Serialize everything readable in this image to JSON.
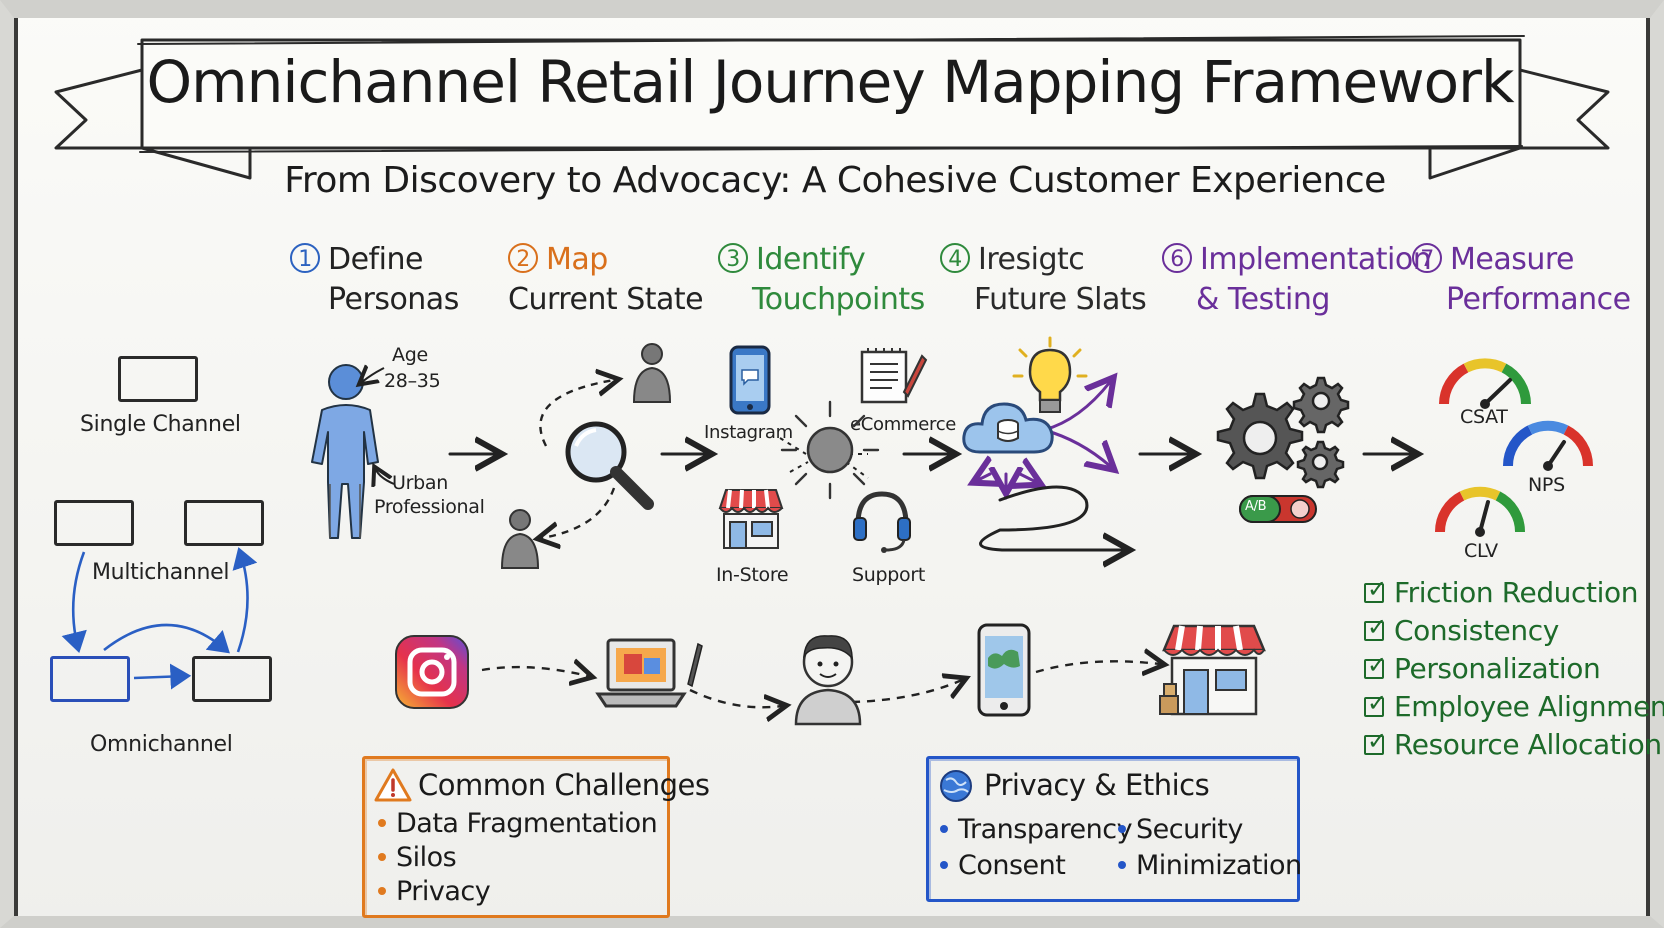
{
  "title": "Omnichannel Retail Journey Mapping Framework",
  "subtitle": "From Discovery to Advocacy: A Cohesive Customer Experience",
  "colors": {
    "step1": "#2c62c0",
    "step2": "#d9701c",
    "step3": "#2f8a3c",
    "step4": "#2a2a2a",
    "step6": "#6a2f9a",
    "step7": "#6a2f9a",
    "check_green": "#1d6a2a",
    "challenges_orange": "#e07a1f",
    "privacy_blue": "#2456c8"
  },
  "steps": [
    {
      "num": "1",
      "line1": "Define",
      "line2": "Personas"
    },
    {
      "num": "2",
      "line1": "Map",
      "line2": "Current State"
    },
    {
      "num": "3",
      "line1": "Identify",
      "line2": "Touchpoints"
    },
    {
      "num": "4",
      "line1": "Iresigtc",
      "line2": "Future Slats"
    },
    {
      "num": "6",
      "line1": "Implementation",
      "line2": "& Testing"
    },
    {
      "num": "7",
      "line1": "Measure",
      "line2": "Performance"
    }
  ],
  "channel_models": {
    "single": "Single Channel",
    "multi": "Multichannel",
    "omni": "Omnichannel"
  },
  "persona": {
    "age_label": "Age",
    "age_value": "28–35",
    "segment_line1": "Urban",
    "segment_line2": "Professional"
  },
  "touchpoints": {
    "instagram": "Instagram",
    "ecommerce": "eCommerce",
    "instore": "In-Store",
    "support": "Support"
  },
  "ab_badge": "A/B",
  "metrics": {
    "csat": "CSAT",
    "nps": "NPS",
    "clv": "CLV"
  },
  "checklist": [
    "Friction Reduction",
    "Consistency",
    "Personalization",
    "Employee Alignment",
    "Resource Allocation"
  ],
  "challenges": {
    "title": "Common Challenges",
    "items": [
      "Data Fragmentation",
      "Silos",
      "Privacy"
    ]
  },
  "privacy": {
    "title": "Privacy & Ethics",
    "items": [
      "Transparency",
      "Security",
      "Consent",
      "Minimization"
    ]
  },
  "icons": {
    "warning": "warning-icon",
    "globe": "globe-icon",
    "person": "person-icon",
    "magnifier": "magnifier-icon",
    "phone": "smartphone-icon",
    "notebook": "notebook-icon",
    "store": "store-icon",
    "headset": "headset-icon",
    "cloud": "cloud-database-icon",
    "lightbulb": "lightbulb-icon",
    "gears": "gears-icon",
    "gauge": "gauge-icon",
    "instagram": "instagram-icon",
    "laptop": "laptop-icon"
  }
}
